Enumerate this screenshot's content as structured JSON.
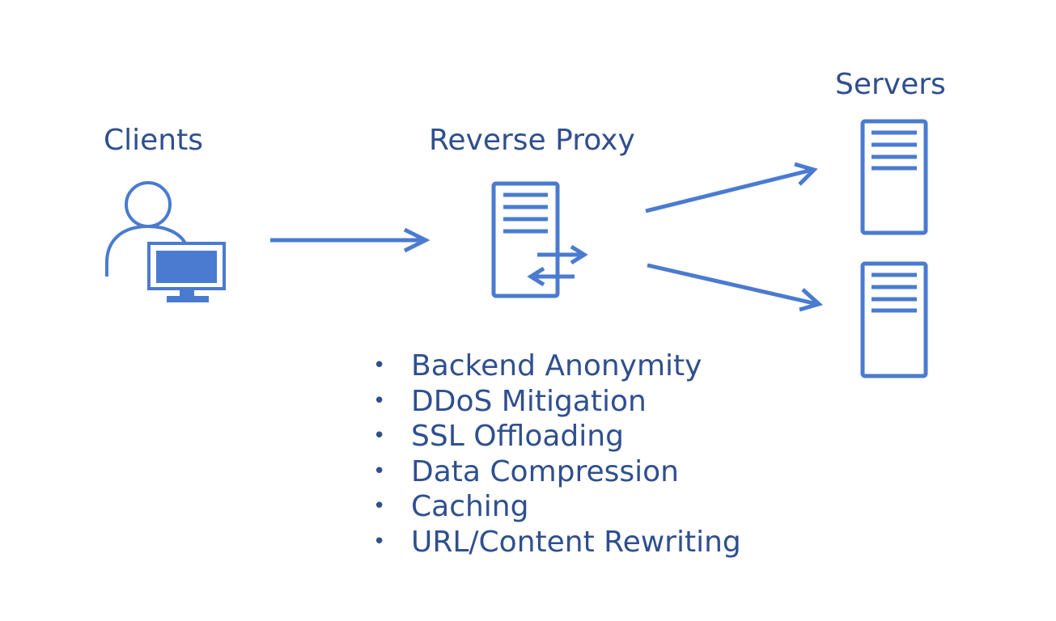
{
  "colors": {
    "accent": "#4a7bd0",
    "text": "#2f4f8f",
    "background": "#ffffff"
  },
  "nodes": {
    "clients": {
      "label": "Clients",
      "icon": "user-with-monitor-icon"
    },
    "proxy": {
      "label": "Reverse Proxy",
      "icon": "server-with-exchange-arrows-icon"
    },
    "servers": {
      "label": "Servers",
      "icon": "server-tower-icon",
      "count": 2
    }
  },
  "features": {
    "bullet": "•",
    "items": [
      "Backend Anonymity",
      "DDoS Mitigation",
      "SSL Offloading",
      "Data Compression",
      "Caching",
      "URL/Content Rewriting"
    ]
  }
}
